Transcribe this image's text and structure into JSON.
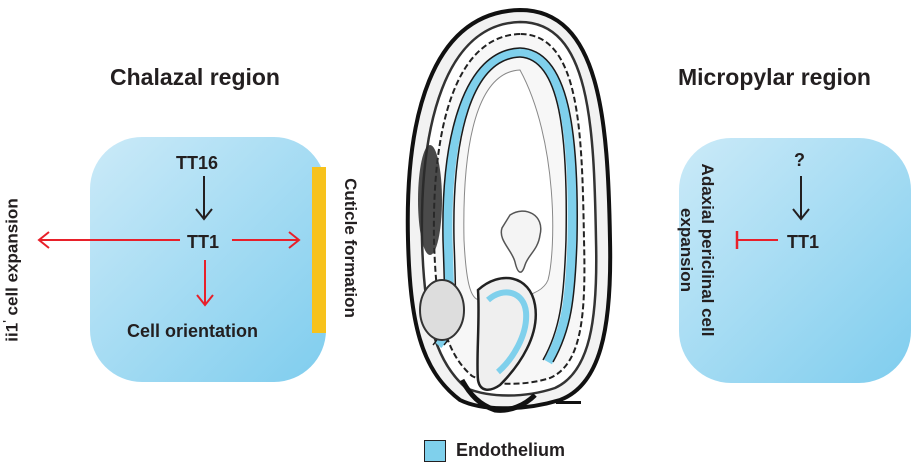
{
  "chalazal": {
    "title": "Chalazal region",
    "tt16": "TT16",
    "tt1": "TT1",
    "cell_orientation": "Cell orientation",
    "cuticle_formation": "Cuticle formation",
    "ii1_cell_expansion_prefix": "ii1",
    "ii1_cell_expansion_sup": "'",
    "ii1_cell_expansion_suffix": " cell expansion"
  },
  "micropylar": {
    "title": "Micropylar region",
    "unknown": "?",
    "tt1": "TT1",
    "adaxial_line1": "Adaxial periclinal cell",
    "adaxial_line2": "expansion"
  },
  "legend": {
    "endothelium_label": "Endothelium",
    "endothelium_color": "#7fd0ec"
  },
  "colors": {
    "box_light": "#cbeaf8",
    "box_dark": "#7fcdee",
    "red_arrow": "#e8202a",
    "black_arrow": "#231f20",
    "cuticle_bar": "#f7c21c"
  }
}
